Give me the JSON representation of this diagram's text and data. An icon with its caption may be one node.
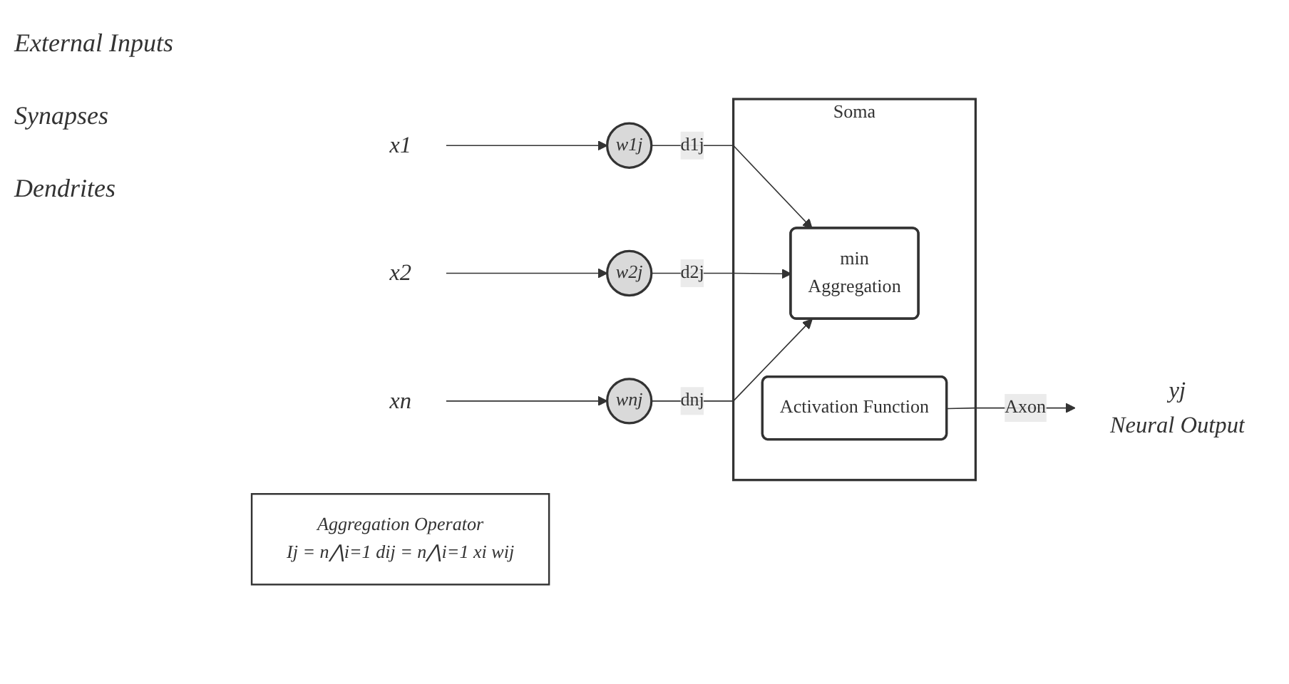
{
  "diagram": {
    "nodes": [
      {
        "text": [
          "x1"
        ]
      },
      {
        "text": [
          "x2"
        ]
      },
      {
        "text": [
          "xn"
        ]
      },
      {
        "text": [
          "w1j"
        ]
      },
      {
        "text": [
          "w2j"
        ]
      },
      {
        "text": [
          "wnj"
        ]
      },
      {
        "text": [
          "Soma"
        ]
      },
      {
        "text": [
          "min",
          "Aggregation"
        ],
        "in": 6
      },
      {
        "text": [
          "Activation Function"
        ],
        "in": 6
      },
      {
        "text": [
          "yj"
        ],
        "beside": [
          "Neural Output"
        ]
      },
      {
        "text": [
          "Aggregation Operator",
          "Ij = n⋀i=1 dij = n⋀i=1 xi wij"
        ]
      }
    ],
    "edges": [
      {
        "from": 0,
        "to": 3,
        "arrow": "to"
      },
      {
        "from": 1,
        "to": 4,
        "arrow": "to"
      },
      {
        "from": 2,
        "to": 5,
        "arrow": "to"
      },
      {
        "from": 3,
        "to": 7,
        "arrow": "to",
        "label": "d1j"
      },
      {
        "from": 4,
        "to": 7,
        "arrow": "to",
        "label": "d2j"
      },
      {
        "from": 5,
        "to": 7,
        "arrow": "to",
        "label": "dnj"
      },
      {
        "from": 8,
        "to": 9,
        "arrow": "to",
        "label": "Axon"
      }
    ],
    "labels": [
      "External Inputs",
      "Synapses",
      "Dendrites"
    ]
  }
}
